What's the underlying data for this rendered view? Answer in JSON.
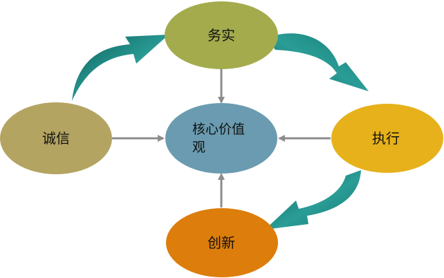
{
  "diagram": {
    "center": {
      "label_line1": "核心价值",
      "label_line2": "观",
      "color": "#6a9bb0"
    },
    "nodes": {
      "top": {
        "label": "务实",
        "color": "#a3ab4c"
      },
      "left": {
        "label": "诚信",
        "color": "#b4a462"
      },
      "right": {
        "label": "执行",
        "color": "#e6b11a"
      },
      "bottom": {
        "label": "创新",
        "color": "#dd7d0b"
      }
    },
    "colors": {
      "arrow": "#8c8c8c",
      "curved_arrow": "#1e8c88",
      "curved_arrow_dark": "#0d5d5a"
    }
  }
}
